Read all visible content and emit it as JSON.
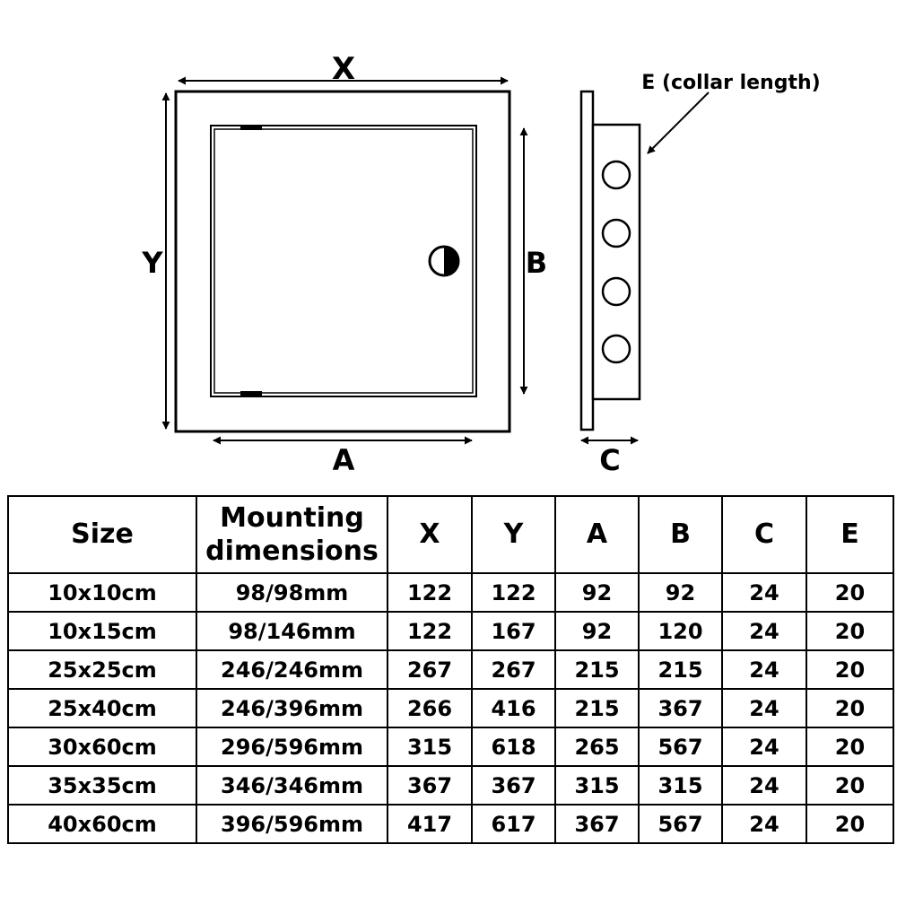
{
  "diagram": {
    "label_x": "X",
    "label_y": "Y",
    "label_a": "A",
    "label_b": "B",
    "label_c": "C",
    "label_e": "E (collar length)"
  },
  "table": {
    "headers": [
      "Size",
      "Mounting dimensions",
      "X",
      "Y",
      "A",
      "B",
      "C",
      "E"
    ],
    "rows": [
      [
        "10x10cm",
        "98/98mm",
        "122",
        "122",
        "92",
        "92",
        "24",
        "20"
      ],
      [
        "10x15cm",
        "98/146mm",
        "122",
        "167",
        "92",
        "120",
        "24",
        "20"
      ],
      [
        "25x25cm",
        "246/246mm",
        "267",
        "267",
        "215",
        "215",
        "24",
        "20"
      ],
      [
        "25x40cm",
        "246/396mm",
        "266",
        "416",
        "215",
        "367",
        "24",
        "20"
      ],
      [
        "30x60cm",
        "296/596mm",
        "315",
        "618",
        "265",
        "567",
        "24",
        "20"
      ],
      [
        "35x35cm",
        "346/346mm",
        "367",
        "367",
        "315",
        "315",
        "24",
        "20"
      ],
      [
        "40x60cm",
        "396/596mm",
        "417",
        "617",
        "367",
        "567",
        "24",
        "20"
      ]
    ]
  }
}
